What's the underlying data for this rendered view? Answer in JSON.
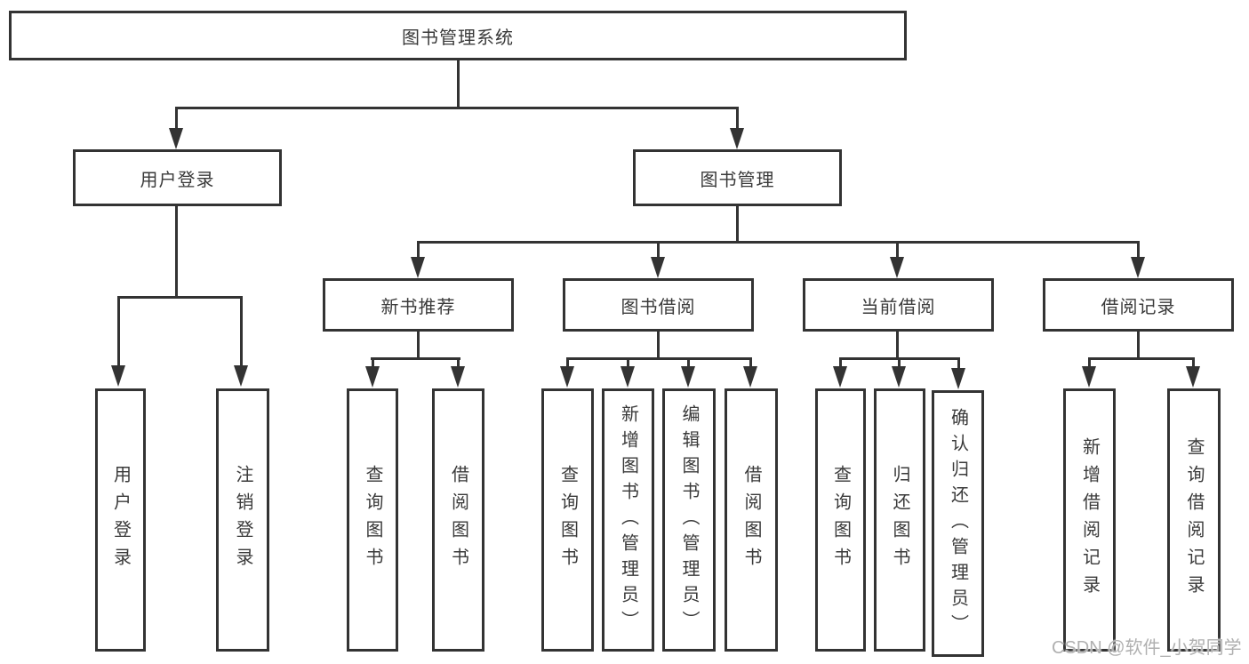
{
  "tree": {
    "root": "图书管理系统",
    "branches": [
      {
        "label": "用户登录",
        "children": [
          "用户登录",
          "注销登录"
        ]
      },
      {
        "label": "图书管理",
        "children": [
          {
            "label": "新书推荐",
            "children": [
              "查询图书",
              "借阅图书"
            ]
          },
          {
            "label": "图书借阅",
            "children": [
              "查询图书",
              "新增图书（管理员）",
              "编辑图书（管理员）",
              "借阅图书"
            ]
          },
          {
            "label": "当前借阅",
            "children": [
              "查询图书",
              "归还图书",
              "确认归还（管理员）"
            ]
          },
          {
            "label": "借阅记录",
            "children": [
              "新增借阅记录",
              "查询借阅记录"
            ]
          }
        ]
      }
    ]
  },
  "watermark": {
    "text": "CSDN @软件_小贺同学"
  },
  "colors": {
    "line": "#333333",
    "text": "#3a3a3a",
    "watermark": "#b0b0b0",
    "background": "#ffffff"
  }
}
